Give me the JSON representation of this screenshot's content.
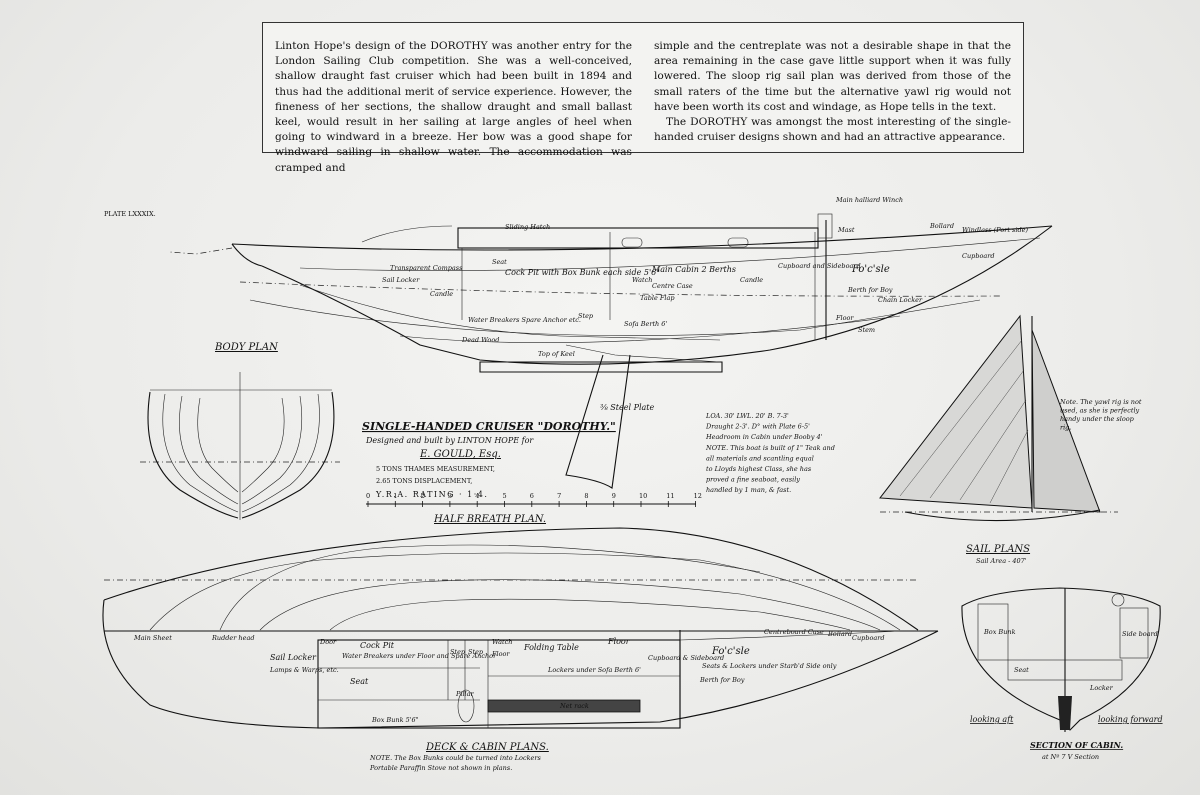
{
  "description": {
    "col1": "Linton Hope's design of the DOROTHY was another entry for the London Sailing Club competition. She was a well-conceived, shallow draught fast cruiser which had been built in 1894 and thus had the additional merit of service experience. However, the fineness of her sections, the shallow draught and small ballast keel, would result in her sailing at large angles of heel when going to windward in a breeze. Her bow was a good shape for windward sailing in shallow water. The accommodation was cramped and",
    "col2a": "simple and the centreplate was not a desirable shape in that the area remaining in the case gave little support when it was fully lowered. The sloop rig sail plan was derived from those of the small raters of the time but the alternative yawl rig would not have been worth its cost and windage, as Hope tells in the text.",
    "col2b": "The DOROTHY was amongst the most interesting of the single-handed cruiser designs shown and had an attractive appearance."
  },
  "plate": "PLATE LXXXIX.",
  "profile": {
    "sliding_hatch": "Sliding Hatch",
    "main_cabin": "Main Cabin 2 Berths",
    "cock_pit": "Cock Pit with Box Bunk each side 5'6\"",
    "seat": "Seat",
    "transparent_compass": "Transparent Compass",
    "sail_locker": "Sail Locker",
    "candle": "Candle",
    "watch": "Watch",
    "centre_case": "Centre Case",
    "table_flap": "Table Flap",
    "cupboard_sideboard": "Cupboard and Sideboard",
    "focsle": "Fo'c'sle",
    "cupboard": "Cupboard",
    "berth_for_boy": "Berth for Boy",
    "chain_locker": "Chain Locker",
    "bollard": "Bollard",
    "windlass": "Windlass (Port side)",
    "floor": "Floor",
    "stem": "Stem",
    "step": "Step",
    "sofa_berth": "Sofa Berth 6'",
    "water_breakers": "Water Breakers Spare Anchor etc.",
    "dead_wood": "Dead Wood",
    "top_of_keel": "Top of Keel",
    "steel_plate": "⅜ Steel Plate",
    "mast": "Mast",
    "main_halliard": "Main halliard Winch"
  },
  "body_plan_title": "BODY PLAN",
  "title_block": {
    "title": "SINGLE-HANDED CRUISER \"DOROTHY.\"",
    "designed": "Designed and built by LINTON HOPE for",
    "owner": "E. GOULD, Esq.",
    "line1": "5 TONS THAMES MEASUREMENT,",
    "line2": "2.65 TONS DISPLACEMENT,",
    "line3": "Y.R.A. RATING · 1·4."
  },
  "scale_ticks": [
    "0",
    "1",
    "2",
    "3",
    "4",
    "5",
    "6",
    "7",
    "8",
    "9",
    "10",
    "11",
    "12"
  ],
  "specs": [
    "LOA. 30' LWL. 20'  B. 7-3'",
    "Draught 2-3'. D° with Plate 6-5'",
    "Headroom in Cabin under Booby 4'",
    "NOTE. This boat is built of 1\" Teak and",
    "all materials and scantling equal",
    "to Lloyds highest Class, she has",
    "proved a fine seaboat, easily",
    "handled by 1 man, & fast."
  ],
  "sail_note": [
    "Note. The yawl rig is not",
    "used, as she is perfectly",
    "handy under the sloop",
    "rig."
  ],
  "sail_plans_title": "SAIL PLANS",
  "sail_area": "Sail Area - 407'",
  "half_breath_title": "HALF BREATH PLAN.",
  "deck_plan": {
    "sail_locker": "Sail Locker",
    "lamps": "Lamps & Warps, etc.",
    "cock_pit": "Cock Pit",
    "water_breakers": "Water Breakers under Floor and Spare Anchor",
    "seat": "Seat",
    "step1": "Step",
    "step2": "Step",
    "watch": "Watch",
    "floor": "Floor",
    "folding_table": "Folding Table",
    "floor2": "Floor",
    "lockers": "Lockers under Sofa Berth 6'",
    "box_bunk": "Box Bunk 5'6\"",
    "pillar": "Pillar",
    "cupboard_sideboard": "Cupboard & Sideboard",
    "focsle": "Fo'c'sle",
    "seats_lockers": "Seats & Lockers under Starb'd Side only",
    "berth_for_boy": "Berth for Boy",
    "cupboard": "Cupboard",
    "bollard": "Bollard",
    "centreboard_case": "Centreboard Case",
    "net_rack": "Net rack",
    "main_sheet": "Main Sheet",
    "rudder_head": "Rudder head",
    "door": "Door"
  },
  "deck_cabin_title": "DECK & CABIN PLANS.",
  "deck_notes": [
    "NOTE. The Box Bunks could be turned into Lockers",
    "Portable Paraffin Stove not shown in plans."
  ],
  "section": {
    "box_bunk": "Box Bunk",
    "seat": "Seat",
    "locker": "Locker",
    "sideboard": "Side board",
    "looking_aft": "looking aft",
    "looking_forward": "looking forward",
    "title": "SECTION OF CABIN.",
    "subtitle": "at Nº 7 V Section"
  }
}
